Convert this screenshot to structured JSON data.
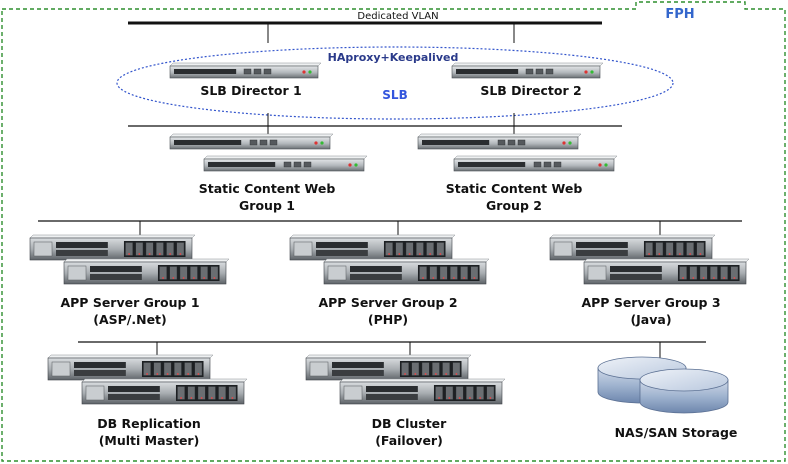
{
  "vlan_label": "Dedicated VLAN",
  "zone_label": "FPH",
  "slb": {
    "software": "HAproxy+Keepalived",
    "label": "SLB",
    "directors": [
      "SLB Director 1",
      "SLB Director 2"
    ]
  },
  "web_groups": [
    {
      "line1": "Static Content Web",
      "line2": "Group 1"
    },
    {
      "line1": "Static Content Web",
      "line2": "Group 2"
    }
  ],
  "app_groups": [
    {
      "line1": "APP Server Group 1",
      "line2": "(ASP/.Net)"
    },
    {
      "line1": "APP Server Group 2",
      "line2": "(PHP)"
    },
    {
      "line1": "APP Server Group 3",
      "line2": "(Java)"
    }
  ],
  "db_groups": [
    {
      "line1": "DB Replication",
      "line2": "(Multi Master)"
    },
    {
      "line1": "DB Cluster",
      "line2": "(Failover)"
    }
  ],
  "storage": {
    "label": "NAS/SAN Storage"
  },
  "colors": {
    "border": "#2f8f2f",
    "accent": "#3355cc",
    "line": "#111111"
  }
}
